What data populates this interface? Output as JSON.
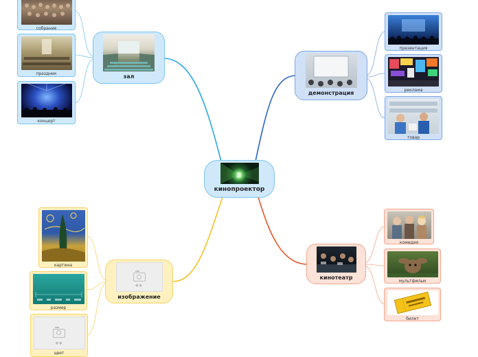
{
  "center": {
    "label": "кинопроектор"
  },
  "branches": {
    "hall": {
      "label": "зал",
      "children": [
        "собрание",
        "праздник",
        "концерт"
      ]
    },
    "demo": {
      "label": "демонстрация",
      "children": [
        "презентация",
        "реклама",
        "товар"
      ]
    },
    "cinema": {
      "label": "кинотеатр",
      "children": [
        "комедия",
        "мультфильм",
        "билет"
      ]
    },
    "image": {
      "label": "изображение",
      "children": [
        "картина",
        "размер",
        "цвет"
      ]
    }
  },
  "colors": {
    "hall": "#2ba6e8",
    "demo": "#2a63c8",
    "cinema": "#e8542a",
    "image": "#f6c026"
  }
}
